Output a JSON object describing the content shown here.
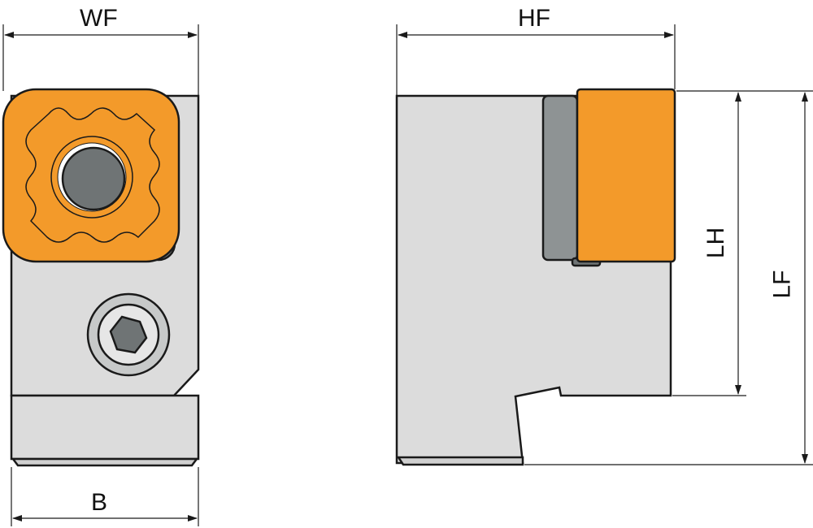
{
  "dimensions": {
    "wf": "WF",
    "hf": "HF",
    "b": "B",
    "lh": "LH",
    "lf": "LF"
  },
  "colors": {
    "body": "#dcdcdc",
    "insert": "#f39a2a",
    "dark": "#6f7475",
    "line": "#1a1a1a"
  }
}
